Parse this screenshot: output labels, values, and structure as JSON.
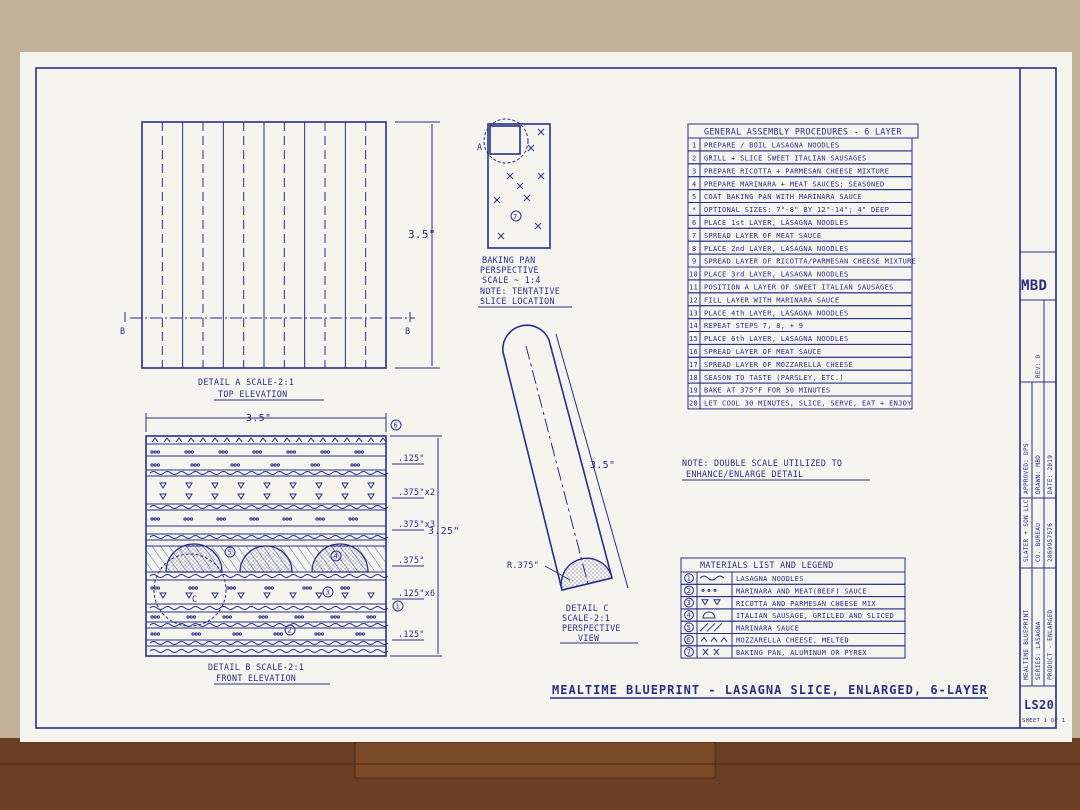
{
  "colors": {
    "ink": "#2a2f86",
    "paper": "#f6f4ef",
    "wall": "#c3b298",
    "table": "#6a3e22"
  },
  "detail_a": {
    "title": "DETAIL A   SCALE-2:1",
    "subtitle": "TOP ELEVATION",
    "dim": "3.5\"",
    "section_left": "B",
    "section_right": "B"
  },
  "pan": {
    "title": "BAKING PAN",
    "line2": "PERSPECTIVE",
    "scale": "SCALE ~ 1:4",
    "note": "NOTE: TENTATIVE",
    "note2": "SLICE LOCATION",
    "marker": "A",
    "badge": "7"
  },
  "assembly": {
    "header": "GENERAL ASSEMBLY PROCEDURES - 6 LAYER",
    "steps": [
      {
        "n": "1",
        "text": "PREPARE / BOIL LASAGNA NOODLES"
      },
      {
        "n": "2",
        "text": "GRILL + SLICE SWEET ITALIAN SAUSAGES"
      },
      {
        "n": "3",
        "text": "PREPARE RICOTTA + PARMESAN CHEESE MIXTURE"
      },
      {
        "n": "4",
        "text": "PREPARE MARINARA + MEAT SAUCES; SEASONED"
      },
      {
        "n": "5",
        "text": "COAT BAKING PAN WITH MARINARA SAUCE"
      },
      {
        "n": "*",
        "text": "OPTIONAL SIZES: 7\"-8\" BY 12\"-14\"; 4\" DEEP"
      },
      {
        "n": "6",
        "text": "PLACE 1st LAYER, LASAGNA NOODLES"
      },
      {
        "n": "7",
        "text": "SPREAD LAYER OF MEAT SAUCE"
      },
      {
        "n": "8",
        "text": "PLACE 2nd LAYER, LASAGNA NOODLES"
      },
      {
        "n": "9",
        "text": "SPREAD LAYER OF RICOTTA/PARMESAN CHEESE MIXTURE"
      },
      {
        "n": "10",
        "text": "PLACE 3rd LAYER, LASAGNA NOODLES"
      },
      {
        "n": "11",
        "text": "POSITION A LAYER OF SWEET ITALIAN SAUSAGES"
      },
      {
        "n": "12",
        "text": "FILL LAYER WITH MARINARA SAUCE"
      },
      {
        "n": "13",
        "text": "PLACE 4th LAYER, LASAGNA NOODLES"
      },
      {
        "n": "14",
        "text": "REPEAT STEPS 7, 8, + 9"
      },
      {
        "n": "15",
        "text": "PLACE 6th LAYER, LASAGNA NOODLES"
      },
      {
        "n": "16",
        "text": "SPREAD LAYER OF MEAT SAUCE"
      },
      {
        "n": "17",
        "text": "SPREAD LAYER OF MOZZARELLA CHEESE"
      },
      {
        "n": "18",
        "text": "SEASON TO TASTE (PARSLEY, ETC.)"
      },
      {
        "n": "19",
        "text": "BAKE AT 375°F FOR 50 MINUTES"
      },
      {
        "n": "20",
        "text": "LET COOL 30 MINUTES, SLICE, SERVE, EAT + ENJOY"
      }
    ]
  },
  "detail_b": {
    "title": "DETAIL B   SCALE-2:1",
    "subtitle": "FRONT ELEVATION",
    "width_dim": "3.5\"",
    "height_dim": "3.25\"",
    "dims": [
      ".125\"",
      ".375\"x2",
      ".375\"x3",
      ".375\"",
      ".125\"x6",
      ".125\""
    ],
    "callouts": [
      "6",
      "5",
      "4",
      "3",
      "2",
      "1"
    ],
    "marker": "C"
  },
  "detail_c": {
    "title": "DETAIL C",
    "scale": "SCALE-2:1",
    "line3": "PERSPECTIVE",
    "line4": "VIEW",
    "length": "3.5\"",
    "radius": "R.375\""
  },
  "note": {
    "line1": "NOTE: DOUBLE SCALE UTILIZED TO",
    "line2": "ENHANCE/ENLARGE DETAIL"
  },
  "legend": {
    "header": "MATERIALS LIST AND LEGEND",
    "items": [
      {
        "n": "1",
        "text": "LASAGNA NOODLES"
      },
      {
        "n": "2",
        "text": "MARINARA AND MEAT(BEEF) SAUCE"
      },
      {
        "n": "3",
        "text": "RICOTTA AND PARMESAN CHEESE MIX"
      },
      {
        "n": "4",
        "text": "ITALIAN SAUSAGE, GRILLED AND SLICED"
      },
      {
        "n": "5",
        "text": "MARINARA SAUCE"
      },
      {
        "n": "6",
        "text": "MOZZARELLA CHEESE, MELTED"
      },
      {
        "n": "7",
        "text": "BAKING PAN, ALUMINUM OR PYREX"
      }
    ]
  },
  "main_title": "MEALTIME BLUEPRINT - LASAGNA SLICE, ENLARGED, 6-LAYER",
  "title_block": {
    "monogram": "MBD",
    "sheet_no": "LS20",
    "sheet_label": "SHEET 1 OF 1",
    "entries": [
      "SLATER + SON LLC",
      "CO. BUREAU",
      "2069957576",
      "MEALTIME BLUEPRINT",
      "SERIES: LASAGNA",
      "PRODUCT - ENLARGED",
      "APPROVED: DPS",
      "DRAWN: MBD",
      "DATE: 2019",
      "REV: 0"
    ]
  }
}
